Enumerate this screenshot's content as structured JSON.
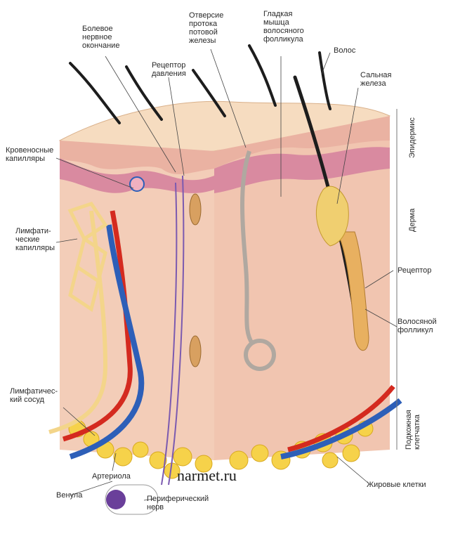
{
  "labels": {
    "pain_nerve_ending": "Болевое\nнервное\nокончание",
    "sweat_duct_opening": "Отверсие\nпротока\nпотовой\nжелезы",
    "hair_follicle_muscle": "Гладкая\nмышца\nволосяного\nфолликула",
    "hair": "Волос",
    "pressure_receptor": "Рецептор\nдавления",
    "sebaceous_gland": "Сальная\nжелеза",
    "blood_capillaries": "Кровеносные\nкапилляры",
    "lymph_capillaries": "Лимфати-\nческие\nкапилляры",
    "receptor": "Рецептор",
    "hair_follicle": "Волосяной\nфолликул",
    "lymph_vessel": "Лимфатичес-\nкий сосуд",
    "arteriole": "Артериола",
    "venule": "Венула",
    "fat_cells": "Жировые клетки",
    "peripheral_nerve": "Периферический\nнерв"
  },
  "layers": {
    "epidermis": "Эпидермис",
    "dermis": "Дерма",
    "subcutaneous": "Подкожная\nклетчатка"
  },
  "watermark": "narmet.ru",
  "colors": {
    "skin_top": "#f6dcc0",
    "skin_side": "#f1c8b0",
    "dermis_band": "#dd8ba0",
    "artery": "#d42a1f",
    "vein": "#2d5fb8",
    "lymph": "#f3d58a",
    "fat": "#f6d24a",
    "nerve": "#7b5ab0"
  }
}
